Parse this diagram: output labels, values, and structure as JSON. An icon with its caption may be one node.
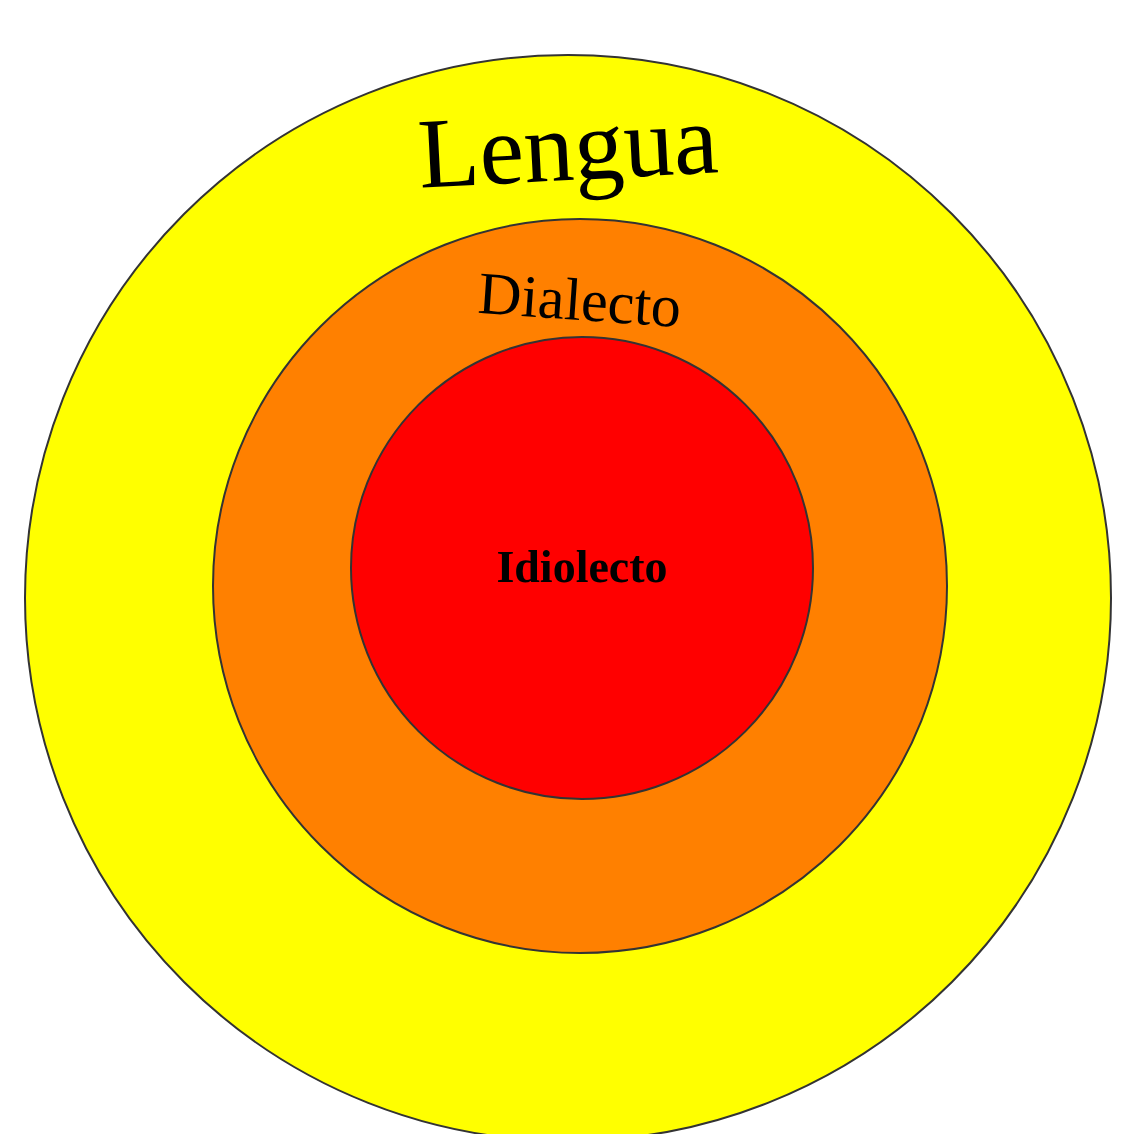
{
  "diagram": {
    "nodes": [
      {
        "text": [
          "Lengua"
        ]
      },
      {
        "text": [
          "Dialecto"
        ],
        "in": 0
      },
      {
        "text": [
          "Idiolecto"
        ],
        "in": 1
      }
    ]
  }
}
